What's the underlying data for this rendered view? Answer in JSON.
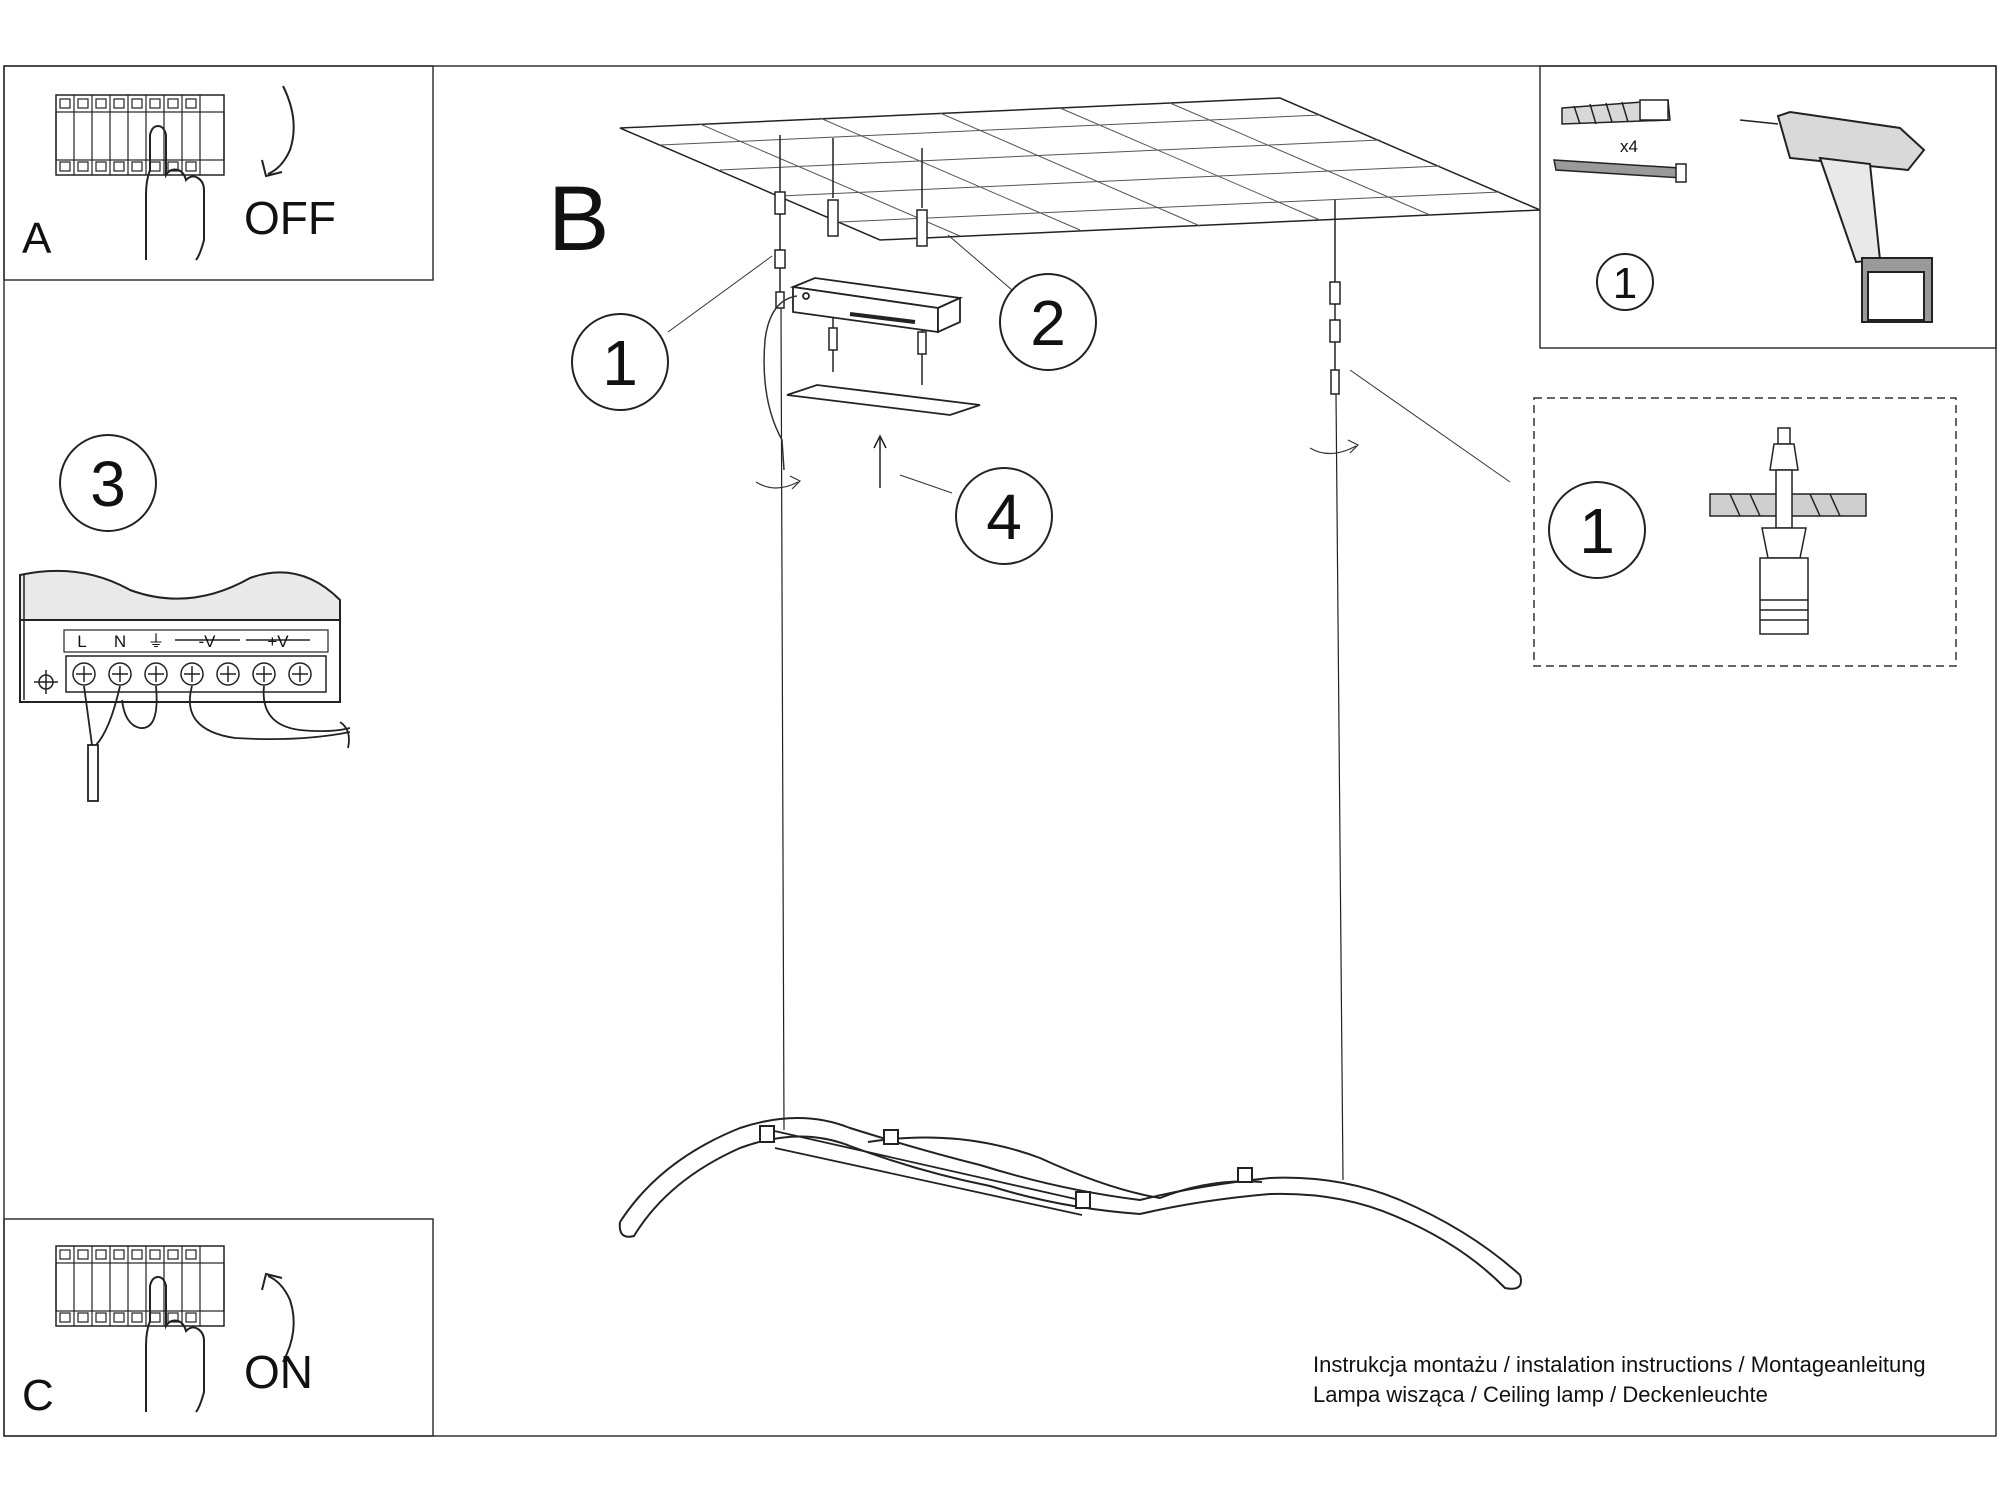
{
  "panels": {
    "a": {
      "letter": "A",
      "action": "OFF"
    },
    "b": {
      "letter": "B"
    },
    "c": {
      "letter": "C",
      "action": "ON"
    }
  },
  "terminal": {
    "step": "3",
    "labels": [
      "L",
      "N",
      "⏚",
      "-V",
      "+V"
    ]
  },
  "hardware": {
    "step": "1",
    "quantity": "x4"
  },
  "detail": {
    "step": "1"
  },
  "callouts": {
    "mount": "1",
    "screw": "2",
    "cover": "4"
  },
  "footer": {
    "line1": "Instrukcja montażu / instalation instructions / Montageanleitung",
    "line2": "Lampa wisząca / Ceiling lamp / Deckenleuchte"
  }
}
